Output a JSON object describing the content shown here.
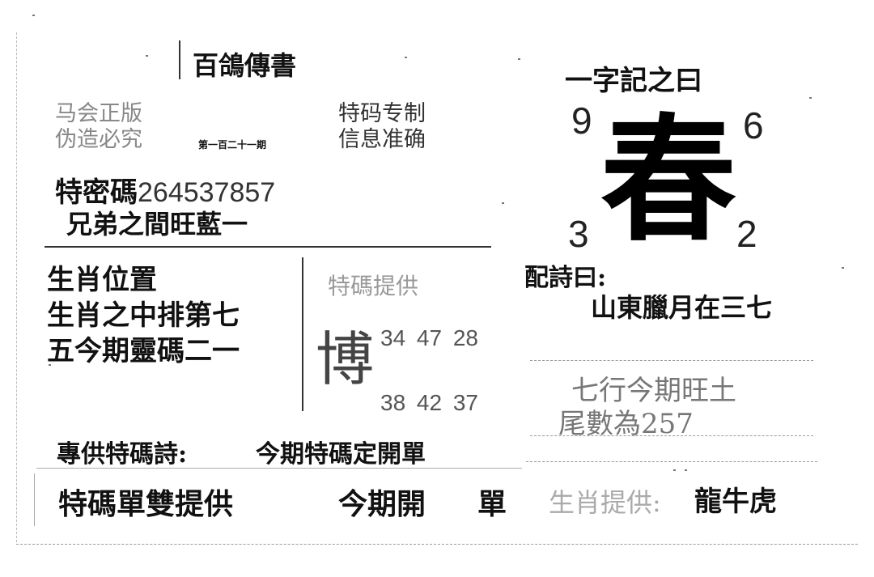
{
  "header": {
    "title": "百鴿傳書"
  },
  "left_top": {
    "official_line1": "马会正版",
    "official_line2": "伪造必究",
    "issue": "第一百二十一期",
    "special_line1": "特码专制",
    "special_line2": "信息准确"
  },
  "secret_code": {
    "label": "特密碼",
    "digits": "264537857",
    "subtitle": "兄弟之間旺藍一"
  },
  "zodiac_position": {
    "line1": "生肖位置",
    "line2": "生肖之中排第七",
    "line3": "五今期靈碼二一"
  },
  "special_provide": {
    "label": "特碼提供",
    "big_char": "博",
    "row1": "34 47 28",
    "row2": "38 42 37"
  },
  "word_of_day": {
    "title": "一字記之曰",
    "big_char": "春",
    "num_tl": "9",
    "num_tr": "6",
    "num_bl": "3",
    "num_br": "2"
  },
  "poem": {
    "label": "配詩曰:",
    "text": "山東臘月在三七"
  },
  "five_elements": {
    "line1": "七行今期旺土",
    "line2": "尾數為257"
  },
  "special_poem": {
    "label": "專供特碼詩:",
    "text": "今期特碼定開單"
  },
  "odd_even": {
    "label": "特碼單雙提供",
    "text1": "今期開",
    "text2": "單"
  },
  "zodiac_provide": {
    "label": "生肖提供:",
    "text": "龍牛虎"
  }
}
